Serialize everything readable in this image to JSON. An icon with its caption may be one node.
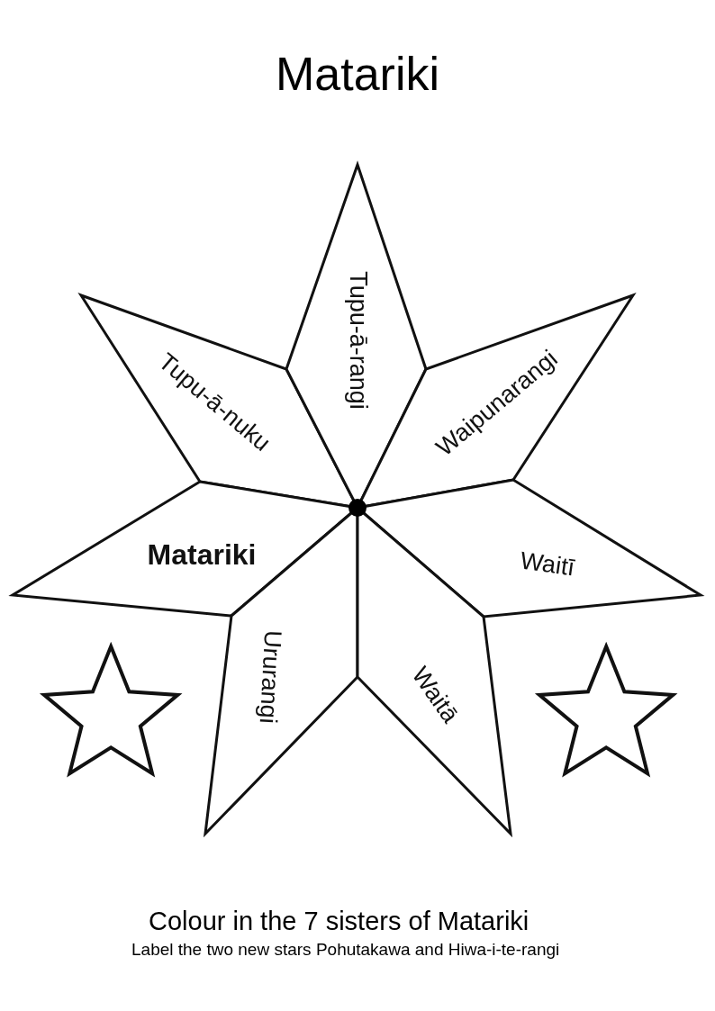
{
  "diagram": {
    "title": "Matariki",
    "nodes": [
      {
        "text": [
          "Tupu-ā-nuku"
        ]
      },
      {
        "text": [
          "Tupu-ā-rangi"
        ]
      },
      {
        "text": [
          "Waipunarangi"
        ]
      },
      {
        "text": [
          "Matariki"
        ]
      },
      {
        "text": [
          "Waitī"
        ]
      },
      {
        "text": [
          "Ururangi"
        ]
      },
      {
        "text": [
          "Waitā"
        ]
      },
      {
        "text": [],
        "shape": "star"
      },
      {
        "text": [],
        "shape": "star"
      }
    ],
    "edges": [],
    "labels": [
      "Colour in the 7 sisters of Matariki",
      "Label the two new stars Pohutakawa and Hiwa-i-te-rangi"
    ]
  }
}
